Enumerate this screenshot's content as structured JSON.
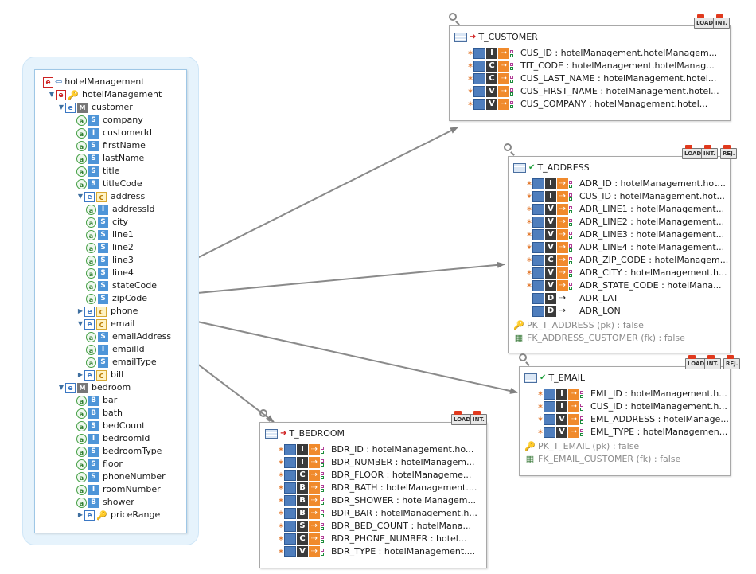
{
  "model_tree": {
    "root_label": "hotelManagement",
    "nodes": [
      {
        "label": "hotelManagement",
        "kind": "package"
      },
      {
        "label": "customer",
        "kind": "entity"
      },
      {
        "label": "company",
        "type": "S"
      },
      {
        "label": "customerId",
        "type": "I"
      },
      {
        "label": "firstName",
        "type": "S"
      },
      {
        "label": "lastName",
        "type": "S"
      },
      {
        "label": "title",
        "type": "S"
      },
      {
        "label": "titleCode",
        "type": "S"
      },
      {
        "label": "address",
        "kind": "embedded"
      },
      {
        "label": "addressId",
        "type": "I"
      },
      {
        "label": "city",
        "type": "S"
      },
      {
        "label": "line1",
        "type": "S"
      },
      {
        "label": "line2",
        "type": "S"
      },
      {
        "label": "line3",
        "type": "S"
      },
      {
        "label": "line4",
        "type": "S"
      },
      {
        "label": "stateCode",
        "type": "S"
      },
      {
        "label": "zipCode",
        "type": "S"
      },
      {
        "label": "phone",
        "kind": "embedded"
      },
      {
        "label": "email",
        "kind": "embedded"
      },
      {
        "label": "emailAddress",
        "type": "S"
      },
      {
        "label": "emailId",
        "type": "I"
      },
      {
        "label": "emailType",
        "type": "S"
      },
      {
        "label": "bill",
        "kind": "embedded"
      },
      {
        "label": "bedroom",
        "kind": "entity"
      },
      {
        "label": "bar",
        "type": "B"
      },
      {
        "label": "bath",
        "type": "B"
      },
      {
        "label": "bedCount",
        "type": "S"
      },
      {
        "label": "bedroomId",
        "type": "I"
      },
      {
        "label": "bedroomType",
        "type": "S"
      },
      {
        "label": "floor",
        "type": "S"
      },
      {
        "label": "phoneNumber",
        "type": "S"
      },
      {
        "label": "roomNumber",
        "type": "I"
      },
      {
        "label": "shower",
        "type": "B"
      },
      {
        "label": "priceRange",
        "kind": "embedded"
      }
    ]
  },
  "tables": [
    {
      "name": "T_CUSTOMER",
      "badges": [
        "LOAD",
        "INT."
      ],
      "columns": [
        {
          "text": "CUS_ID : hotelManagement.hotelManagem...",
          "type": "I"
        },
        {
          "text": "TIT_CODE : hotelManagement.hotelManag...",
          "type": "C"
        },
        {
          "text": "CUS_LAST_NAME : hotelManagement.hotel...",
          "type": "C"
        },
        {
          "text": "CUS_FIRST_NAME : hotelManagement.hotel...",
          "type": "V"
        },
        {
          "text": "CUS_COMPANY : hotelManagement.hotel...",
          "type": "V"
        }
      ],
      "constraints": []
    },
    {
      "name": "T_ADDRESS",
      "badges": [
        "LOAD",
        "INT.",
        "REJ."
      ],
      "columns": [
        {
          "text": "ADR_ID : hotelManagement.hot...",
          "type": "I"
        },
        {
          "text": "CUS_ID : hotelManagement.hot...",
          "type": "I"
        },
        {
          "text": "ADR_LINE1 : hotelManagement...",
          "type": "V"
        },
        {
          "text": "ADR_LINE2 : hotelManagement...",
          "type": "V"
        },
        {
          "text": "ADR_LINE3 : hotelManagement...",
          "type": "V"
        },
        {
          "text": "ADR_LINE4 : hotelManagement...",
          "type": "V"
        },
        {
          "text": "ADR_ZIP_CODE : hotelManagem...",
          "type": "C"
        },
        {
          "text": "ADR_CITY : hotelManagement.h...",
          "type": "V"
        },
        {
          "text": "ADR_STATE_CODE : hotelMana...",
          "type": "V"
        },
        {
          "text": "ADR_LAT",
          "type": "D"
        },
        {
          "text": "ADR_LON",
          "type": "D"
        }
      ],
      "constraints": [
        {
          "text": "PK_T_ADDRESS (pk) : false",
          "kind": "pk"
        },
        {
          "text": "FK_ADDRESS_CUSTOMER (fk) : false",
          "kind": "fk"
        }
      ]
    },
    {
      "name": "T_EMAIL",
      "badges": [
        "LOAD",
        "INT.",
        "REJ."
      ],
      "columns": [
        {
          "text": "EML_ID : hotelManagement.h...",
          "type": "I"
        },
        {
          "text": "CUS_ID : hotelManagement.h...",
          "type": "I"
        },
        {
          "text": "EML_ADDRESS : hotelManage...",
          "type": "V"
        },
        {
          "text": "EML_TYPE : hotelManagemen...",
          "type": "V"
        }
      ],
      "constraints": [
        {
          "text": "PK_T_EMAIL (pk) : false",
          "kind": "pk"
        },
        {
          "text": "FK_EMAIL_CUSTOMER (fk) : false",
          "kind": "fk"
        }
      ]
    },
    {
      "name": "T_BEDROOM",
      "badges": [
        "LOAD",
        "INT."
      ],
      "columns": [
        {
          "text": "BDR_ID : hotelManagement.ho...",
          "type": "I"
        },
        {
          "text": "BDR_NUMBER : hotelManagem...",
          "type": "I"
        },
        {
          "text": "BDR_FLOOR : hotelManageme...",
          "type": "C"
        },
        {
          "text": "BDR_BATH : hotelManagement....",
          "type": "B"
        },
        {
          "text": "BDR_SHOWER : hotelManagem...",
          "type": "B"
        },
        {
          "text": "BDR_BAR : hotelManagement.h...",
          "type": "B"
        },
        {
          "text": "BDR_BED_COUNT : hotelMana...",
          "type": "S"
        },
        {
          "text": "BDR_PHONE_NUMBER : hotel...",
          "type": "C"
        },
        {
          "text": "BDR_TYPE : hotelManagement....",
          "type": "V"
        }
      ],
      "constraints": []
    }
  ]
}
